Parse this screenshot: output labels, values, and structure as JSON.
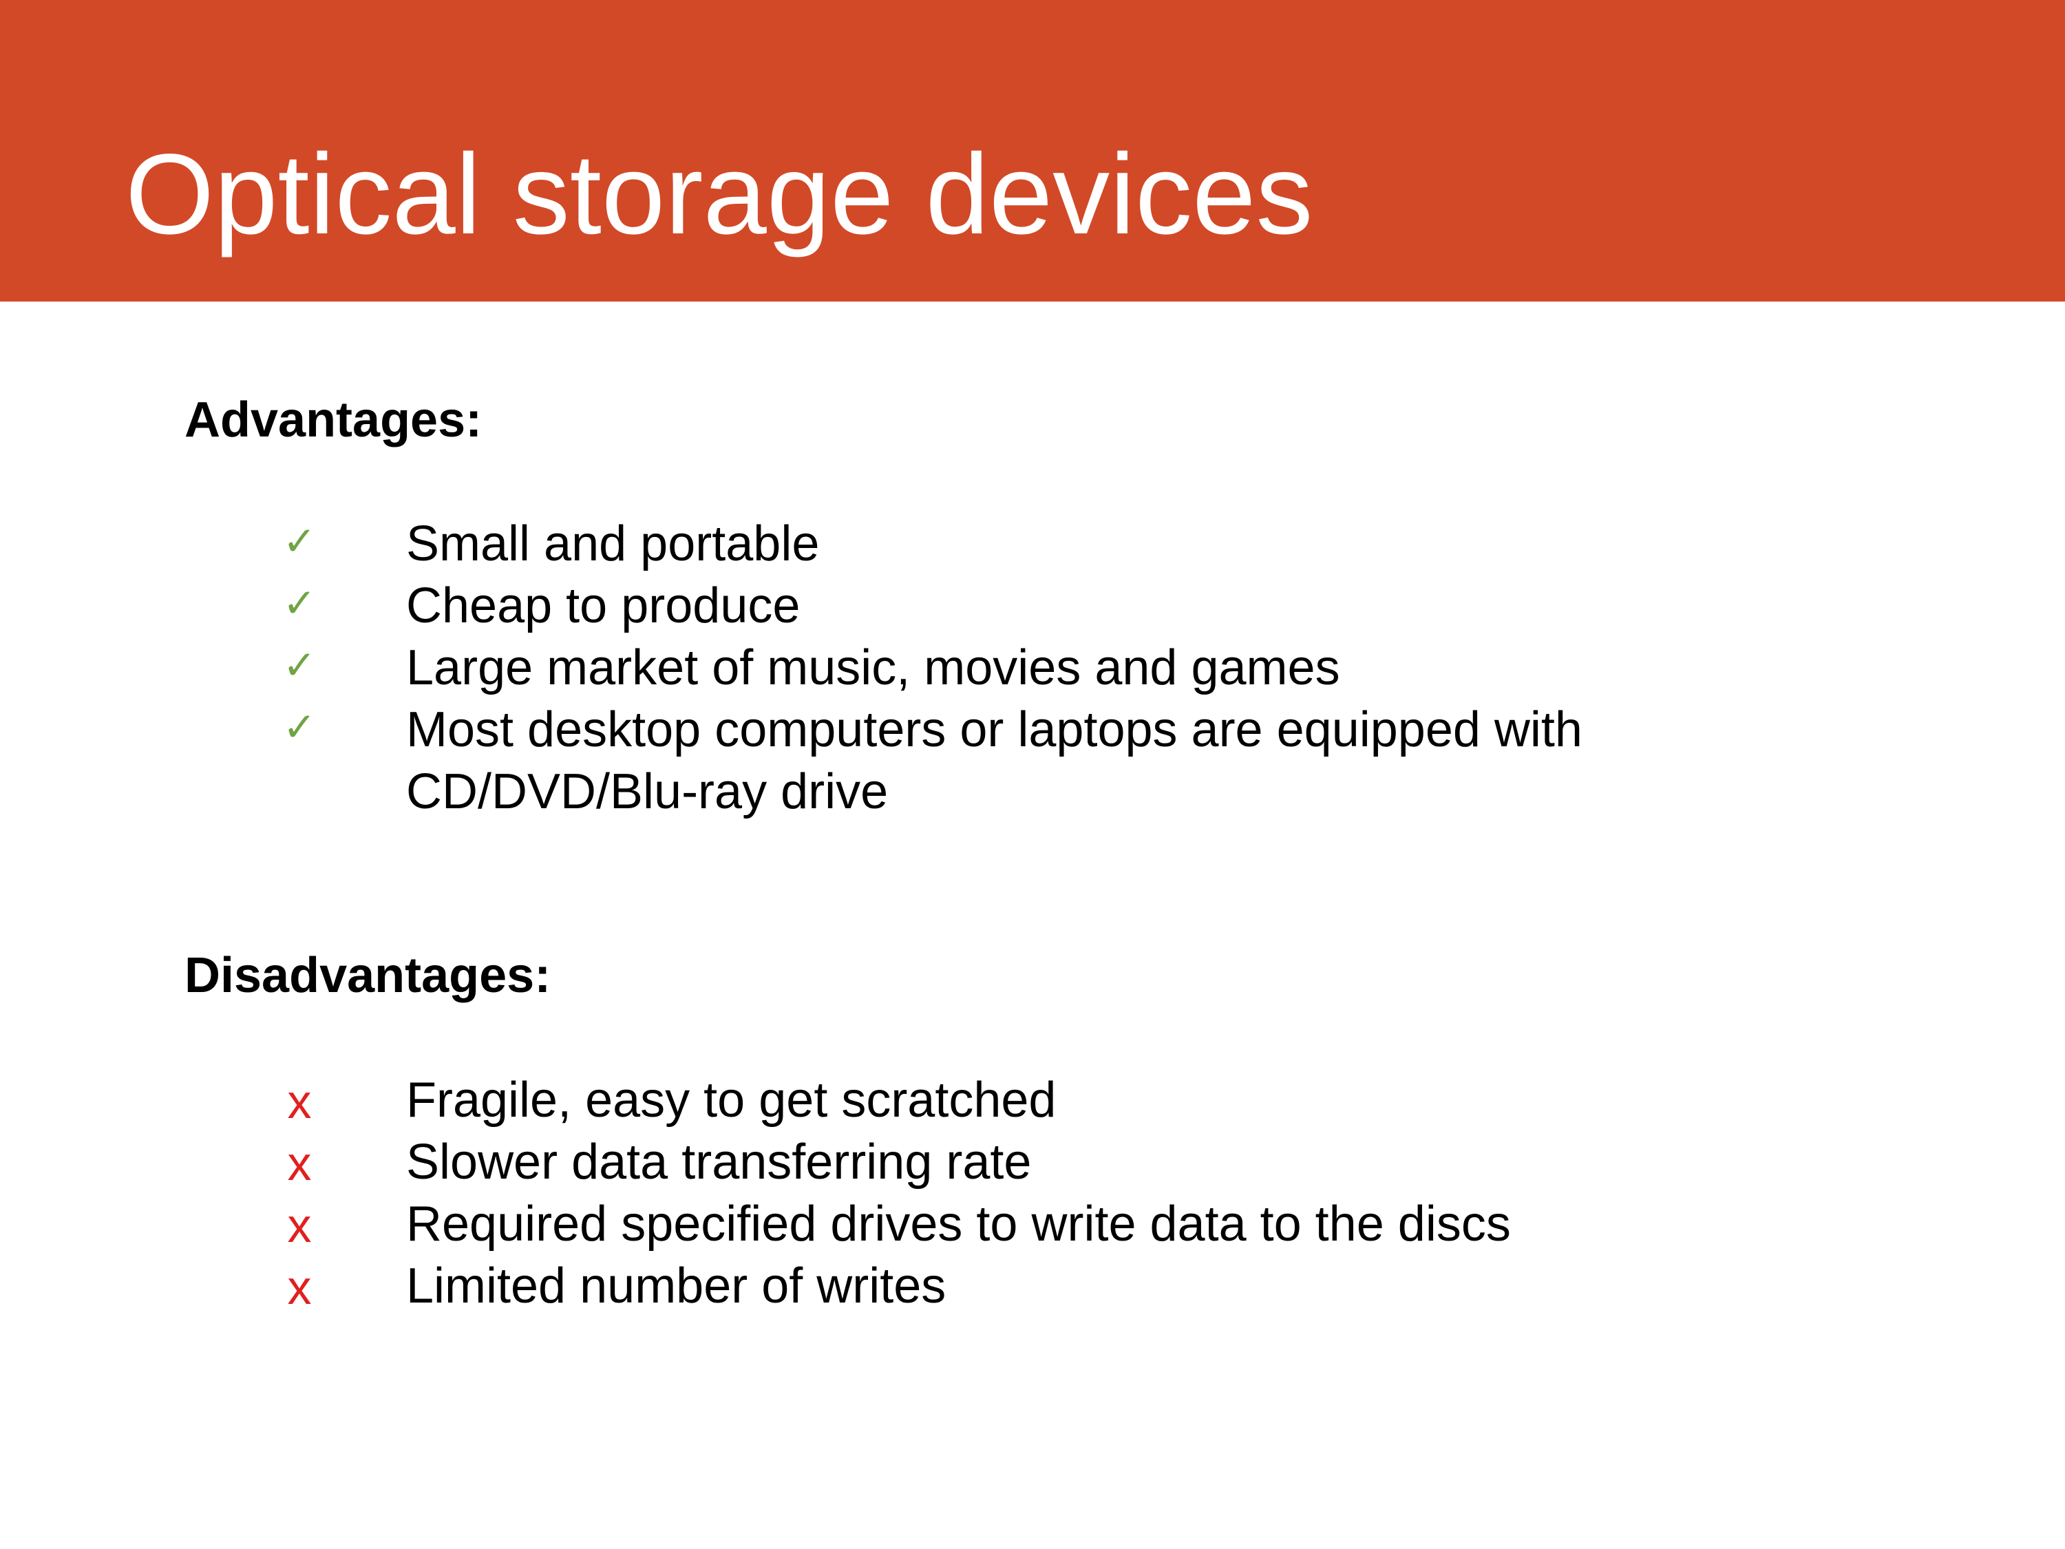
{
  "slide": {
    "title": "Optical storage devices",
    "advantages": {
      "heading": "Advantages:",
      "marker_glyph": "✓",
      "marker_color": "#70a444",
      "items": [
        "Small and portable",
        "Cheap to produce",
        "Large market of music, movies and games",
        "Most desktop computers or laptops are equipped with CD/DVD/Blu-ray drive"
      ]
    },
    "disadvantages": {
      "heading": "Disadvantages:",
      "marker_glyph": "x",
      "marker_color": "#e0201f",
      "items": [
        "Fragile, easy to get scratched",
        "Slower data transferring rate",
        "Required specified drives to write data to the discs",
        "Limited number of writes"
      ]
    }
  },
  "colors": {
    "title_bar": "#d24927",
    "title_text": "#ffffff",
    "body_text": "#000000"
  }
}
